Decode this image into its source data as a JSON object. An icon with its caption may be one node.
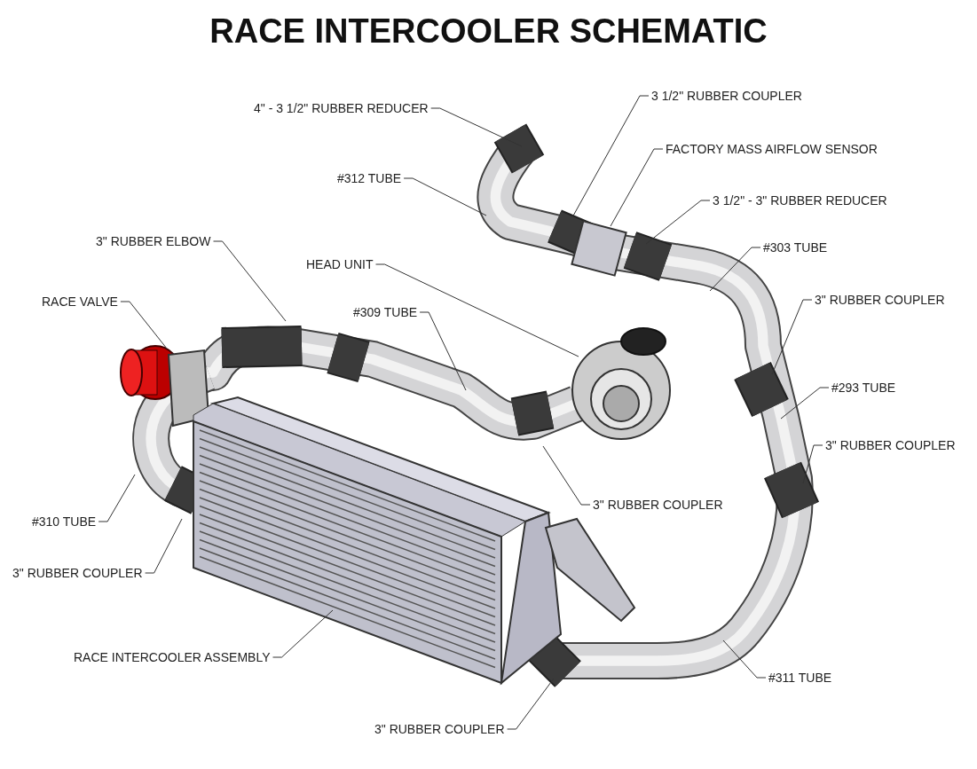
{
  "diagram": {
    "title": "RACE INTERCOOLER SCHEMATIC",
    "nodes": [
      {
        "text": [
          "4\" - 3 1/2\" RUBBER REDUCER"
        ]
      },
      {
        "text": [
          "3 1/2\" RUBBER COUPLER"
        ]
      },
      {
        "text": [
          "FACTORY MASS AIRFLOW SENSOR"
        ]
      },
      {
        "text": [
          "#312 TUBE"
        ]
      },
      {
        "text": [
          "3 1/2\" - 3\" RUBBER REDUCER"
        ]
      },
      {
        "text": [
          "3\" RUBBER ELBOW"
        ]
      },
      {
        "text": [
          "#303 TUBE"
        ]
      },
      {
        "text": [
          "HEAD UNIT"
        ]
      },
      {
        "text": [
          "RACE VALVE"
        ]
      },
      {
        "text": [
          "#309 TUBE"
        ]
      },
      {
        "text": [
          "3\" RUBBER COUPLER"
        ]
      },
      {
        "text": [
          "#293 TUBE"
        ]
      },
      {
        "text": [
          "3\" RUBBER COUPLER"
        ]
      },
      {
        "text": [
          "3\" RUBBER COUPLER"
        ]
      },
      {
        "text": [
          "#310 TUBE"
        ]
      },
      {
        "text": [
          "3\" RUBBER COUPLER"
        ]
      },
      {
        "text": [
          "RACE INTERCOOLER ASSEMBLY"
        ]
      },
      {
        "text": [
          "#311 TUBE"
        ]
      },
      {
        "text": [
          "3\" RUBBER COUPLER"
        ]
      }
    ],
    "edges": [
      {
        "from": 0,
        "to": null,
        "arrow": "none"
      },
      {
        "from": 1,
        "to": null,
        "arrow": "none"
      },
      {
        "from": 2,
        "to": null,
        "arrow": "none"
      },
      {
        "from": 3,
        "to": null,
        "arrow": "none"
      },
      {
        "from": 4,
        "to": null,
        "arrow": "none"
      },
      {
        "from": 5,
        "to": null,
        "arrow": "none"
      },
      {
        "from": 6,
        "to": null,
        "arrow": "none"
      },
      {
        "from": 7,
        "to": null,
        "arrow": "none"
      },
      {
        "from": 8,
        "to": null,
        "arrow": "none"
      },
      {
        "from": 9,
        "to": null,
        "arrow": "none"
      },
      {
        "from": 10,
        "to": null,
        "arrow": "none"
      },
      {
        "from": 11,
        "to": null,
        "arrow": "none"
      },
      {
        "from": 12,
        "to": null,
        "arrow": "none"
      },
      {
        "from": 13,
        "to": null,
        "arrow": "none"
      },
      {
        "from": 14,
        "to": null,
        "arrow": "none"
      },
      {
        "from": 15,
        "to": null,
        "arrow": "none"
      },
      {
        "from": 16,
        "to": null,
        "arrow": "none"
      },
      {
        "from": 17,
        "to": null,
        "arrow": "none"
      },
      {
        "from": 18,
        "to": null,
        "arrow": "none"
      }
    ]
  }
}
